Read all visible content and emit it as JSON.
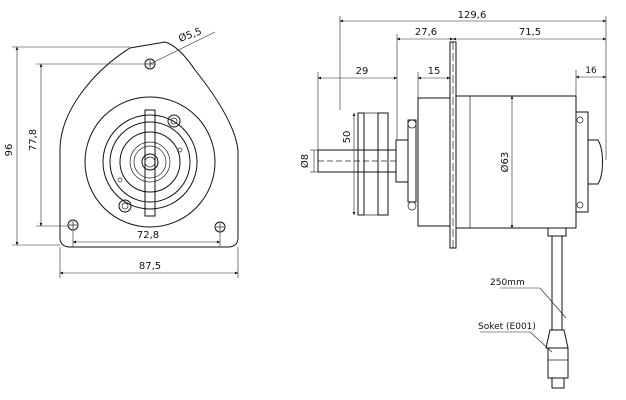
{
  "front_view": {
    "dims": {
      "hole_diameter": "Ø5,5",
      "height_overall": "96",
      "height_holes": "77,8",
      "width_holes": "72,8",
      "width_overall": "87,5"
    }
  },
  "side_view": {
    "dims": {
      "length_overall": "129,6",
      "flange_offset": "27,6",
      "body_length": "71,5",
      "shaft_length": "29",
      "hub_width": "15",
      "rear_cap": "16",
      "hub_diameter": "50",
      "shaft_diameter": "Ø8",
      "body_diameter": "Ø63"
    },
    "cable_length": "250mm",
    "socket_label": "Soket (E001)"
  }
}
